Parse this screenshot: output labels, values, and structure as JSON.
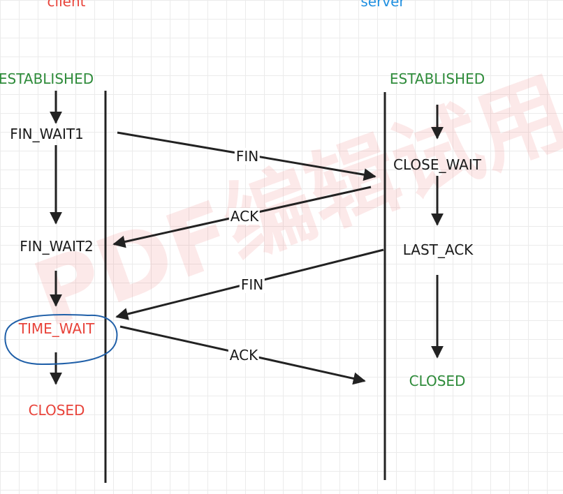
{
  "header": {
    "client_label": "client",
    "server_label": "server"
  },
  "watermark": "PDF编辑试用",
  "client_states": [
    "ESTABLISHED",
    "FIN_WAIT1",
    "FIN_WAIT2",
    "TIME_WAIT",
    "CLOSED"
  ],
  "server_states": [
    "ESTABLISHED",
    "CLOSE_WAIT",
    "LAST_ACK",
    "CLOSED"
  ],
  "messages": [
    "FIN",
    "ACK",
    "FIN",
    "ACK"
  ],
  "colors": {
    "established": "#2e8b3a",
    "closed_server": "#2e8b3a",
    "closed_client": "#e8433a",
    "time_wait": "#e8433a",
    "client_header": "#e8433a",
    "server_header": "#1f8fe0",
    "highlight_circle": "#1f5fa8"
  }
}
